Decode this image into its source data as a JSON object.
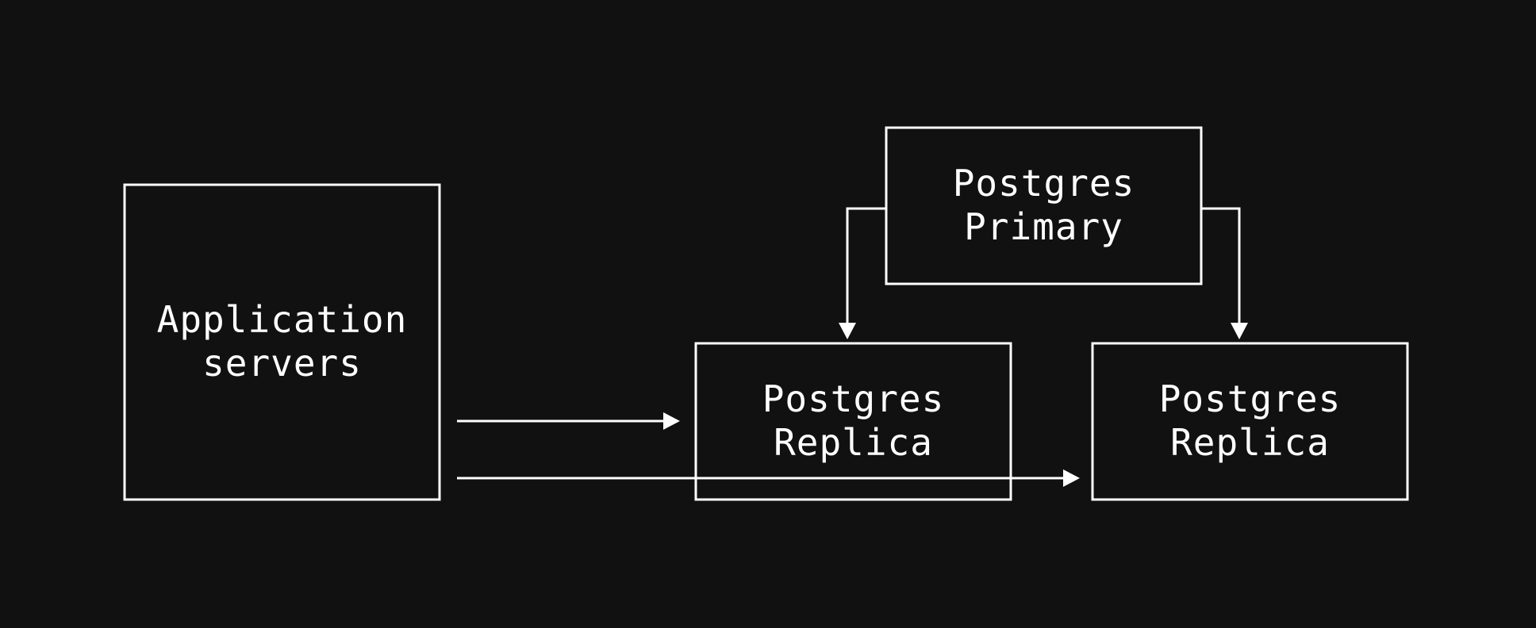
{
  "diagram": {
    "background_color": "#111111",
    "stroke_color": "#ffffff",
    "nodes": {
      "app_servers": {
        "line1": "Application",
        "line2": "servers"
      },
      "primary": {
        "line1": "Postgres",
        "line2": "Primary"
      },
      "replica_1": {
        "line1": "Postgres",
        "line2": "Replica"
      },
      "replica_2": {
        "line1": "Postgres",
        "line2": "Replica"
      }
    },
    "edges": [
      {
        "from": "primary",
        "to": "replica_1"
      },
      {
        "from": "primary",
        "to": "replica_2"
      },
      {
        "from": "app_servers",
        "to": "replica_1"
      },
      {
        "from": "app_servers",
        "to": "replica_2"
      }
    ]
  }
}
